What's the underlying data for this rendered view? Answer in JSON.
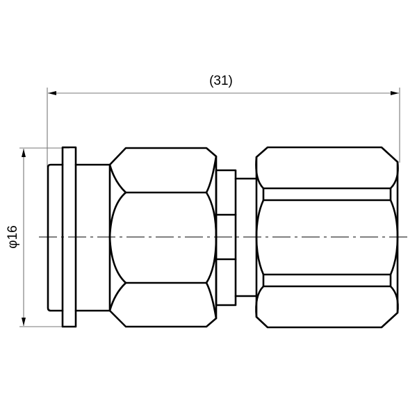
{
  "drawing": {
    "type": "technical-drawing",
    "subject": "hex union pipe fitting side view",
    "dimensions": {
      "overall_length": {
        "label": "(31)",
        "value": 31,
        "reference": true
      },
      "diameter": {
        "label": "φ16",
        "value": 16,
        "symbol": "φ"
      }
    },
    "colors": {
      "object_line": "#000000",
      "dimension_line": "#777777",
      "background": "#ffffff"
    }
  }
}
